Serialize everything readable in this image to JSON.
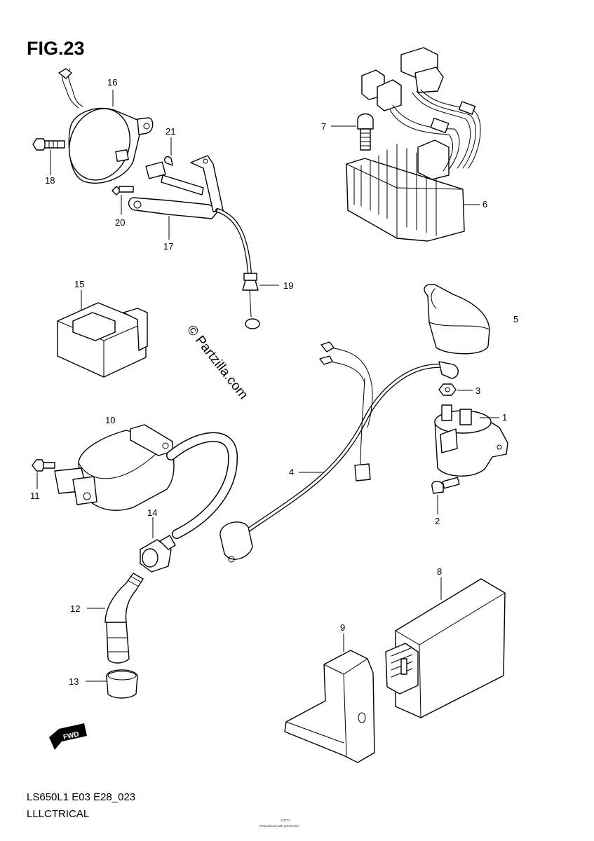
{
  "figure_title": "FIG.23",
  "watermark": "© Partzilla.com",
  "footer": {
    "model_code": "LS650L1 E03 E28_023",
    "section_name": "LLLCTRICAL",
    "small_print_1": "1/3713",
    "small_print_2": "Reproduced with permission"
  },
  "fwd_arrow_label": "FWD",
  "callouts": {
    "n1": "1",
    "n2": "2",
    "n3": "3",
    "n4": "4",
    "n5": "5",
    "n6": "6",
    "n7": "7",
    "n8": "8",
    "n9": "9",
    "n10": "10",
    "n11": "11",
    "n12": "12",
    "n13": "13",
    "n14": "14",
    "n15": "15",
    "n16": "16",
    "n17": "17",
    "n18": "18",
    "n19": "19",
    "n20": "20",
    "n21": "21"
  }
}
